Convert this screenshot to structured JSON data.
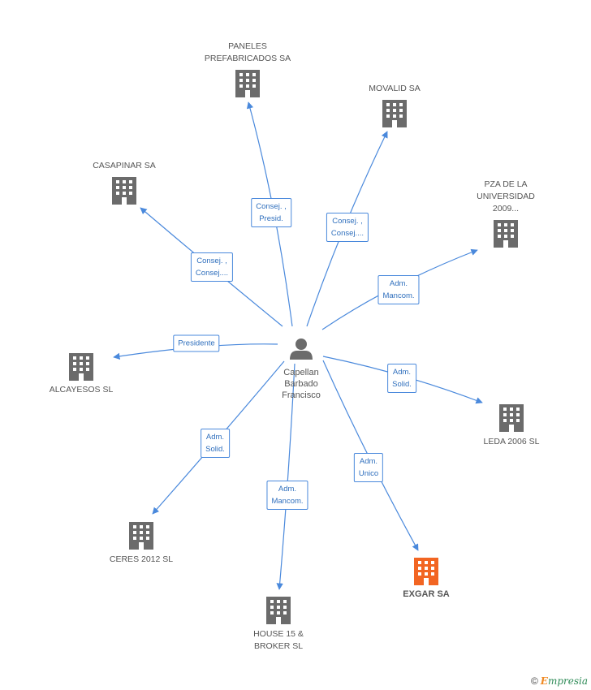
{
  "colors": {
    "edge": "#4a89dc",
    "building": "#6b6b6b",
    "highlight": "#f26522",
    "person": "#6b6b6b"
  },
  "center": {
    "name_lines": [
      "Capellan",
      "Barbado",
      "Francisco"
    ],
    "icon": "person-icon"
  },
  "companies": [
    {
      "id": "paneles",
      "lines": [
        "PANELES",
        "PREFABRICADOS SA"
      ],
      "highlight": false
    },
    {
      "id": "movalid",
      "lines": [
        "MOVALID SA"
      ],
      "highlight": false
    },
    {
      "id": "casapinar",
      "lines": [
        "CASAPINAR SA"
      ],
      "highlight": false
    },
    {
      "id": "pza",
      "lines": [
        "PZA DE LA",
        "UNIVERSIDAD",
        "2009..."
      ],
      "highlight": false
    },
    {
      "id": "alcayesos",
      "lines": [
        "ALCAYESOS SL"
      ],
      "highlight": false
    },
    {
      "id": "leda",
      "lines": [
        "LEDA 2006 SL"
      ],
      "highlight": false
    },
    {
      "id": "ceres",
      "lines": [
        "CERES 2012 SL"
      ],
      "highlight": false
    },
    {
      "id": "exgar",
      "lines": [
        "EXGAR SA"
      ],
      "highlight": true
    },
    {
      "id": "house",
      "lines": [
        "HOUSE 15 &",
        "BROKER SL"
      ],
      "highlight": false
    }
  ],
  "edges": [
    {
      "to": "paneles",
      "label_lines": [
        "Consej. ,",
        "Presid."
      ]
    },
    {
      "to": "movalid",
      "label_lines": [
        "Consej. ,",
        "Consej...."
      ]
    },
    {
      "to": "casapinar",
      "label_lines": [
        "Consej. ,",
        "Consej...."
      ]
    },
    {
      "to": "pza",
      "label_lines": [
        "Adm.",
        "Mancom."
      ]
    },
    {
      "to": "alcayesos",
      "label_lines": [
        "Presidente"
      ]
    },
    {
      "to": "leda",
      "label_lines": [
        "Adm.",
        "Solid."
      ]
    },
    {
      "to": "ceres",
      "label_lines": [
        "Adm.",
        "Solid."
      ]
    },
    {
      "to": "exgar",
      "label_lines": [
        "Adm.",
        "Unico"
      ]
    },
    {
      "to": "house",
      "label_lines": [
        "Adm.",
        "Mancom."
      ]
    }
  ],
  "footer": {
    "copyright_symbol": "©",
    "brand_initial": "E",
    "brand_rest": "mpresia"
  }
}
